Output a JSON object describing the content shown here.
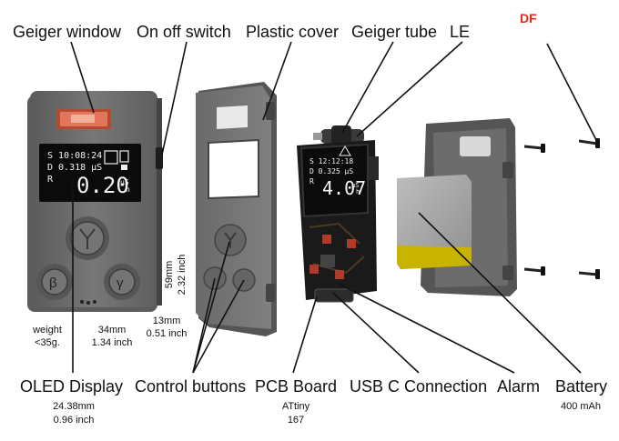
{
  "brand": "DF",
  "labels": {
    "geiger_window": "Geiger window",
    "on_off_switch": "On off switch",
    "plastic_cover": "Plastic cover",
    "geiger_tube": "Geiger tube",
    "led": "LE",
    "oled_display": "OLED Display",
    "control_buttons": "Control buttons",
    "pcb_board": "PCB Board",
    "usb_c": "USB C Connection",
    "alarm": "Alarm",
    "battery": "Battery"
  },
  "sublabels": {
    "oled_mm": "24.38mm",
    "oled_inch": "0.96 inch",
    "pcb_chip": "ATtiny",
    "pcb_model": "167",
    "battery_capacity": "400 mAh"
  },
  "dimensions": {
    "weight_title": "weight",
    "weight_value": "<35g.",
    "width_mm": "34mm",
    "width_inch": "1.34 inch",
    "depth_mm": "13mm",
    "depth_inch": "0.51 inch",
    "height_mm": "59mm",
    "height_inch": "2.32 inch"
  },
  "screen_front": {
    "time_line": "S 10:08:24",
    "dose_line": "D 0.318 μS",
    "r_label": "R",
    "big_value": "0.20",
    "unit_top": "μS",
    "unit_bottom": "h",
    "button_left": "β",
    "button_right": "γ"
  },
  "screen_pcb": {
    "time_line": "S 12:12:18",
    "dose_line": "D 0.325 μS",
    "r_label": "R",
    "big_value": "4.07",
    "unit_top": "μS",
    "unit_bottom": "h"
  },
  "colors": {
    "case": "#6d6d6d",
    "case_dark": "#4a4a4a",
    "screen": "#0b0b0b",
    "battery": "#a9a9a9",
    "battery_band": "#c8b400",
    "window": "#d05a3a",
    "brand": "#e02a1f"
  }
}
